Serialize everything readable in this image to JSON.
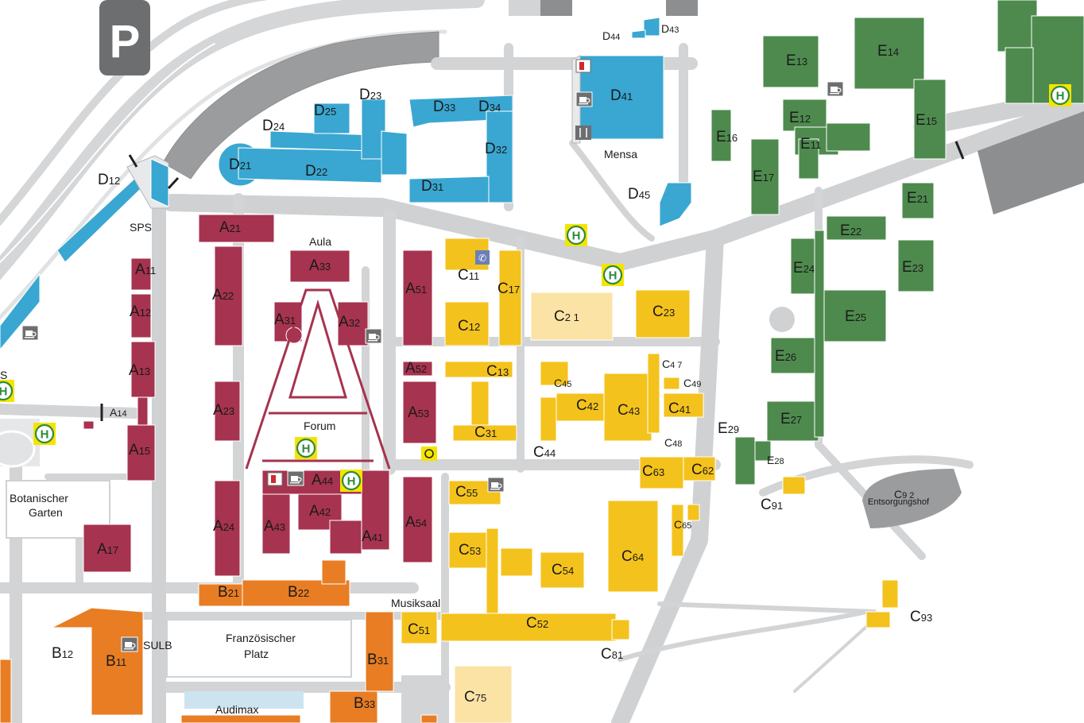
{
  "colors": {
    "road": "#cfd1d3",
    "road_edge": "#e6e7e8",
    "dark": "#9b9c9e",
    "blue": "#39a7d1",
    "red": "#a6334f",
    "yellow": "#f4c21c",
    "paleyellow": "#fbe3a6",
    "orange": "#e87d24",
    "green": "#4e8a4e",
    "side": "#e9eaeb"
  },
  "parking": {
    "symbol": "P"
  },
  "buildings": [
    {
      "id": "d12",
      "letter": "D",
      "sub": "12",
      "color": "blue"
    },
    {
      "id": "d21",
      "letter": "D",
      "sub": "21",
      "color": "blue"
    },
    {
      "id": "d22",
      "letter": "D",
      "sub": "22",
      "color": "blue"
    },
    {
      "id": "d23",
      "letter": "D",
      "sub": "23",
      "color": "blue"
    },
    {
      "id": "d24",
      "letter": "D",
      "sub": "24",
      "color": "blue"
    },
    {
      "id": "d25",
      "letter": "D",
      "sub": "25",
      "color": "blue"
    },
    {
      "id": "d31",
      "letter": "D",
      "sub": "31",
      "color": "blue"
    },
    {
      "id": "d32",
      "letter": "D",
      "sub": "32",
      "color": "blue"
    },
    {
      "id": "d33",
      "letter": "D",
      "sub": "33",
      "color": "blue"
    },
    {
      "id": "d34",
      "letter": "D",
      "sub": "34",
      "color": "blue"
    },
    {
      "id": "d41",
      "letter": "D",
      "sub": "41",
      "color": "blue"
    },
    {
      "id": "d43",
      "letter": "D",
      "sub": "43",
      "color": "blue"
    },
    {
      "id": "d44",
      "letter": "D",
      "sub": "44",
      "color": "blue"
    },
    {
      "id": "d45",
      "letter": "D",
      "sub": "45",
      "color": "blue"
    },
    {
      "id": "a11",
      "letter": "A",
      "sub": "11",
      "color": "red"
    },
    {
      "id": "a12",
      "letter": "A",
      "sub": "12",
      "color": "red"
    },
    {
      "id": "a13",
      "letter": "A",
      "sub": "13",
      "color": "red"
    },
    {
      "id": "a14",
      "letter": "A",
      "sub": "14",
      "color": "red"
    },
    {
      "id": "a15",
      "letter": "A",
      "sub": "15",
      "color": "red"
    },
    {
      "id": "a17",
      "letter": "A",
      "sub": "17",
      "color": "red"
    },
    {
      "id": "a21",
      "letter": "A",
      "sub": "21",
      "color": "red"
    },
    {
      "id": "a22",
      "letter": "A",
      "sub": "22",
      "color": "red"
    },
    {
      "id": "a23",
      "letter": "A",
      "sub": "23",
      "color": "red"
    },
    {
      "id": "a24",
      "letter": "A",
      "sub": "24",
      "color": "red"
    },
    {
      "id": "a31",
      "letter": "A",
      "sub": "31",
      "color": "red"
    },
    {
      "id": "a32",
      "letter": "A",
      "sub": "32",
      "color": "red"
    },
    {
      "id": "a33",
      "letter": "A",
      "sub": "33",
      "color": "red"
    },
    {
      "id": "a41",
      "letter": "A",
      "sub": "41",
      "color": "red"
    },
    {
      "id": "a42",
      "letter": "A",
      "sub": "42",
      "color": "red"
    },
    {
      "id": "a43",
      "letter": "A",
      "sub": "43",
      "color": "red"
    },
    {
      "id": "a44",
      "letter": "A",
      "sub": "44",
      "color": "red"
    },
    {
      "id": "a51",
      "letter": "A",
      "sub": "51",
      "color": "red"
    },
    {
      "id": "a52",
      "letter": "A",
      "sub": "52",
      "color": "red"
    },
    {
      "id": "a53",
      "letter": "A",
      "sub": "53",
      "color": "red"
    },
    {
      "id": "a54",
      "letter": "A",
      "sub": "54",
      "color": "red"
    },
    {
      "id": "b11",
      "letter": "B",
      "sub": "11",
      "color": "orange"
    },
    {
      "id": "b12",
      "letter": "B",
      "sub": "12",
      "color": "orange"
    },
    {
      "id": "b21",
      "letter": "B",
      "sub": "21",
      "color": "orange"
    },
    {
      "id": "b22",
      "letter": "B",
      "sub": "22",
      "color": "orange"
    },
    {
      "id": "b31",
      "letter": "B",
      "sub": "31",
      "color": "orange"
    },
    {
      "id": "b33",
      "letter": "B",
      "sub": "33",
      "color": "orange"
    },
    {
      "id": "c11",
      "letter": "C",
      "sub": "11",
      "color": "yellow"
    },
    {
      "id": "c12",
      "letter": "C",
      "sub": "12",
      "color": "yellow"
    },
    {
      "id": "c13",
      "letter": "C",
      "sub": "13",
      "color": "yellow"
    },
    {
      "id": "c17",
      "letter": "C",
      "sub": "17",
      "color": "yellow"
    },
    {
      "id": "c21",
      "letter": "C",
      "sub": "2 1",
      "color": "paleyellow"
    },
    {
      "id": "c23",
      "letter": "C",
      "sub": "23",
      "color": "yellow"
    },
    {
      "id": "c31",
      "letter": "C",
      "sub": "31",
      "color": "yellow"
    },
    {
      "id": "c41",
      "letter": "C",
      "sub": "41",
      "color": "yellow"
    },
    {
      "id": "c42",
      "letter": "C",
      "sub": "42",
      "color": "yellow"
    },
    {
      "id": "c43",
      "letter": "C",
      "sub": "43",
      "color": "yellow"
    },
    {
      "id": "c44",
      "letter": "C",
      "sub": "44",
      "color": "yellow"
    },
    {
      "id": "c45",
      "letter": "C",
      "sub": "45",
      "color": "yellow"
    },
    {
      "id": "c47",
      "letter": "C",
      "sub": "4 7",
      "color": "yellow"
    },
    {
      "id": "c48",
      "letter": "C",
      "sub": "48",
      "color": "yellow"
    },
    {
      "id": "c49",
      "letter": "C",
      "sub": "49",
      "color": "yellow"
    },
    {
      "id": "c51",
      "letter": "C",
      "sub": "51",
      "color": "yellow"
    },
    {
      "id": "c52",
      "letter": "C",
      "sub": "52",
      "color": "yellow"
    },
    {
      "id": "c53",
      "letter": "C",
      "sub": "53",
      "color": "yellow"
    },
    {
      "id": "c54",
      "letter": "C",
      "sub": "54",
      "color": "yellow"
    },
    {
      "id": "c55",
      "letter": "C",
      "sub": "55",
      "color": "yellow"
    },
    {
      "id": "c62",
      "letter": "C",
      "sub": "62",
      "color": "yellow"
    },
    {
      "id": "c63",
      "letter": "C",
      "sub": "63",
      "color": "yellow"
    },
    {
      "id": "c64",
      "letter": "C",
      "sub": "64",
      "color": "yellow"
    },
    {
      "id": "c65",
      "letter": "C",
      "sub": "65",
      "color": "yellow"
    },
    {
      "id": "c75",
      "letter": "C",
      "sub": "75",
      "color": "paleyellow"
    },
    {
      "id": "c81",
      "letter": "C",
      "sub": "81",
      "color": "yellow"
    },
    {
      "id": "c91",
      "letter": "C",
      "sub": "91",
      "color": "yellow"
    },
    {
      "id": "c92",
      "letter": "C",
      "sub": "9 2",
      "color": "dark"
    },
    {
      "id": "c93",
      "letter": "C",
      "sub": "93",
      "color": "yellow"
    },
    {
      "id": "e11",
      "letter": "E",
      "sub": "11",
      "color": "green"
    },
    {
      "id": "e12",
      "letter": "E",
      "sub": "12",
      "color": "green"
    },
    {
      "id": "e13",
      "letter": "E",
      "sub": "13",
      "color": "green"
    },
    {
      "id": "e14",
      "letter": "E",
      "sub": "14",
      "color": "green"
    },
    {
      "id": "e15",
      "letter": "E",
      "sub": "15",
      "color": "green"
    },
    {
      "id": "e16",
      "letter": "E",
      "sub": "16",
      "color": "green"
    },
    {
      "id": "e17",
      "letter": "E",
      "sub": "17",
      "color": "green"
    },
    {
      "id": "e21",
      "letter": "E",
      "sub": "21",
      "color": "green"
    },
    {
      "id": "e22",
      "letter": "E",
      "sub": "22",
      "color": "green"
    },
    {
      "id": "e23",
      "letter": "E",
      "sub": "23",
      "color": "green"
    },
    {
      "id": "e24",
      "letter": "E",
      "sub": "24",
      "color": "green"
    },
    {
      "id": "e25",
      "letter": "E",
      "sub": "25",
      "color": "green"
    },
    {
      "id": "e26",
      "letter": "E",
      "sub": "26",
      "color": "green"
    },
    {
      "id": "e27",
      "letter": "E",
      "sub": "27",
      "color": "green"
    },
    {
      "id": "e28",
      "letter": "E",
      "sub": "28",
      "color": "green"
    },
    {
      "id": "e29",
      "letter": "E",
      "sub": "29",
      "color": "green"
    }
  ],
  "places": {
    "sps": "SPS",
    "mensa": "Mensa",
    "aula": "Aula",
    "forum": "Forum",
    "botanischer1": "Botanischer",
    "botanischer2": "Garten",
    "franz1": "Französischer",
    "franz2": "Platz",
    "audimax": "Audimax",
    "sulb": "SULB",
    "musiksaal": "Musiksaal",
    "entsorgung": "Entsorgungshof",
    "s_edge": "S"
  },
  "icons": {
    "bus": "H",
    "post": "post-horn",
    "cafe": "coffee-cup",
    "phone": "telephone",
    "atm": "bank-card",
    "cutlery": "knife-fork"
  }
}
